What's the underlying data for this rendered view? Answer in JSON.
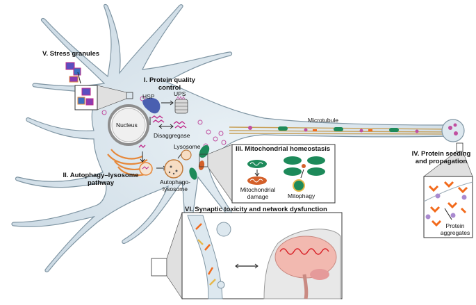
{
  "sections": {
    "stress_granules": "V. Stress granules",
    "protein_quality_control": [
      "I. Protein quality",
      "control"
    ],
    "autophagy_lysosome": [
      "II. Autophagy–lysosome",
      "pathway"
    ],
    "mitochondrial_homeostasis": "III. Mitochondrial homeostasis",
    "protein_seeding": [
      "IV. Protein seeding",
      "and propagation"
    ],
    "synaptic_toxicity": "VI. Synaptic toxicity and network dysfunction"
  },
  "labels": {
    "nucleus": "Nucleus",
    "hsp": "HSP",
    "ups": "UPS",
    "disaggregase": "Disaggregase",
    "lysosome": "Lysosome",
    "autophagolysosome": [
      "Autophago-",
      "lysosome"
    ],
    "microtubule": "Microtubule",
    "mitochondrial_damage": [
      "Mitochondrial",
      "damage"
    ],
    "mitophagy": "Mitophagy",
    "protein_aggregates": [
      "Protein",
      "aggregates"
    ]
  },
  "colors": {
    "cell_fill": "#dde8ef",
    "cell_stroke": "#7f95a3",
    "aggregate": "#f26a1b",
    "vesicle": "#c04fa0",
    "mitochondria": "#1d8a5a",
    "damaged_mitochondria": "#d4602a",
    "brain": "#f2b9b0",
    "brain_wave": "#d9232a",
    "microtubule": "#c8a15a"
  }
}
